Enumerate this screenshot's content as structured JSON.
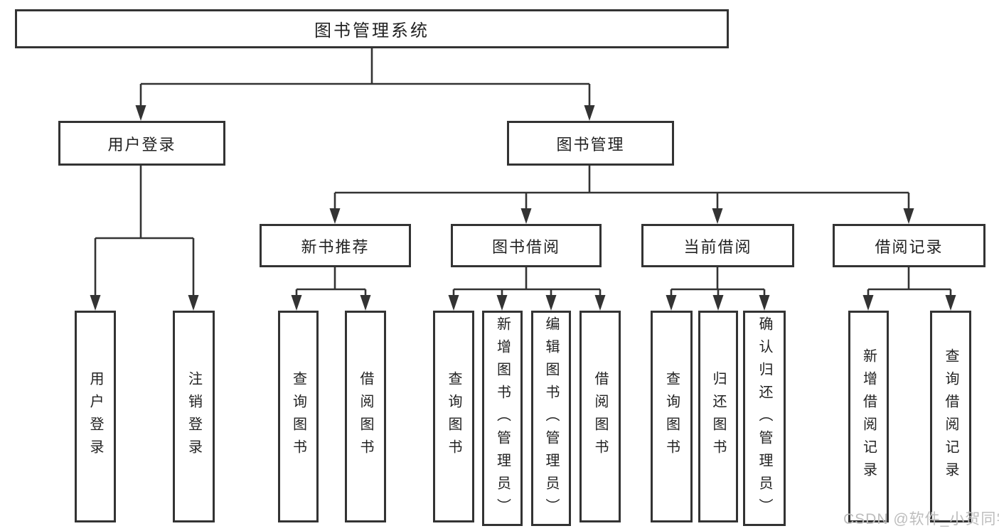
{
  "tree": {
    "root": {
      "label": "图书管理系统",
      "children": [
        {
          "label": "用户登录",
          "children": [
            {
              "label": "用户登录"
            },
            {
              "label": "注销登录"
            }
          ]
        },
        {
          "label": "图书管理",
          "children": [
            {
              "label": "新书推荐",
              "children": [
                {
                  "label": "查询图书"
                },
                {
                  "label": "借阅图书"
                }
              ]
            },
            {
              "label": "图书借阅",
              "children": [
                {
                  "label": "查询图书"
                },
                {
                  "label": "新增图书（管理员）"
                },
                {
                  "label": "编辑图书（管理员）"
                },
                {
                  "label": "借阅图书"
                }
              ]
            },
            {
              "label": "当前借阅",
              "children": [
                {
                  "label": "查询图书"
                },
                {
                  "label": "归还图书"
                },
                {
                  "label": "确认归还（管理员）"
                }
              ]
            },
            {
              "label": "借阅记录",
              "children": [
                {
                  "label": "新增借阅记录"
                },
                {
                  "label": "查询借阅记录"
                }
              ]
            }
          ]
        }
      ]
    }
  },
  "watermark": "CSDN @软件_小贺同学",
  "colors": {
    "line": "#333333",
    "box_fill": "#ffffff",
    "text": "#222222",
    "watermark": "#bdbdbd"
  }
}
